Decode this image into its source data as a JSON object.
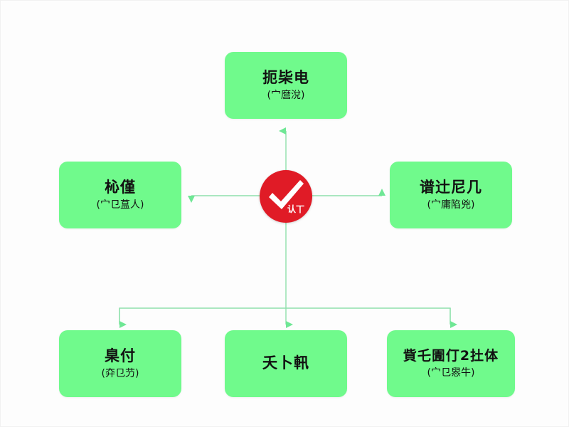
{
  "diagram": {
    "type": "hub-and-spoke-flowchart",
    "background_color": "#fdfdfd",
    "node_color": "#70fa8c",
    "edge_color": "#7ee8a0",
    "hub_color": "#e01b26",
    "text_color": "#111111"
  },
  "hub": {
    "icon": "check-mark-icon",
    "label": "认丅",
    "color": "#e01b26"
  },
  "nodes": {
    "top": {
      "title": "扼枈电",
      "subtitle": "(宀麿涗)"
    },
    "left": {
      "title": "杺僅",
      "subtitle": "(宀㔾蒀人)"
    },
    "right": {
      "title": "谱辻尼几",
      "subtitle": "(宀庸陷兇)"
    },
    "bottom_left": {
      "title": "臬付",
      "subtitle": "(㚏㔾芀)"
    },
    "bottom_center": {
      "title": "夭卜軐",
      "subtitle": ""
    },
    "bottom_right": {
      "title": "貲乇圊仃2扗体",
      "subtitle": "(宀㔾惥牛)"
    }
  },
  "edges": [
    {
      "name": "hub-to-top",
      "direction": "up"
    },
    {
      "name": "hub-to-left",
      "direction": "left"
    },
    {
      "name": "hub-to-right",
      "direction": "right"
    },
    {
      "name": "hub-to-bottom-left",
      "direction": "down"
    },
    {
      "name": "hub-to-bottom-center",
      "direction": "down"
    },
    {
      "name": "hub-to-bottom-right",
      "direction": "down"
    }
  ]
}
